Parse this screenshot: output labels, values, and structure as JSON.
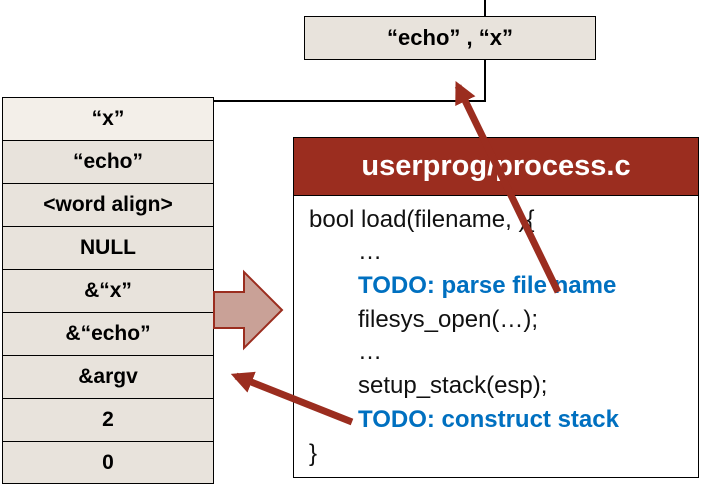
{
  "colors": {
    "header_bg": "#9b2d1f",
    "cell_bg": "#e8e3dc",
    "todo_text": "#0070c0",
    "arrow_red": "#9b2d1f",
    "block_arrow": "#c9a197"
  },
  "top_box": {
    "label": "“echo” , “x”"
  },
  "stack": {
    "cells": [
      "“x”",
      "“echo”",
      "<word align>",
      "NULL",
      "&“x”",
      "&“echo”",
      "&argv",
      "2",
      "0"
    ]
  },
  "code": {
    "title": "userprog/process.c",
    "lines": [
      "bool load(filename, ){",
      "…",
      "TODO: parse file name",
      "filesys_open(…);",
      "…",
      "setup_stack(esp);",
      "TODO: construct stack",
      "}"
    ]
  }
}
